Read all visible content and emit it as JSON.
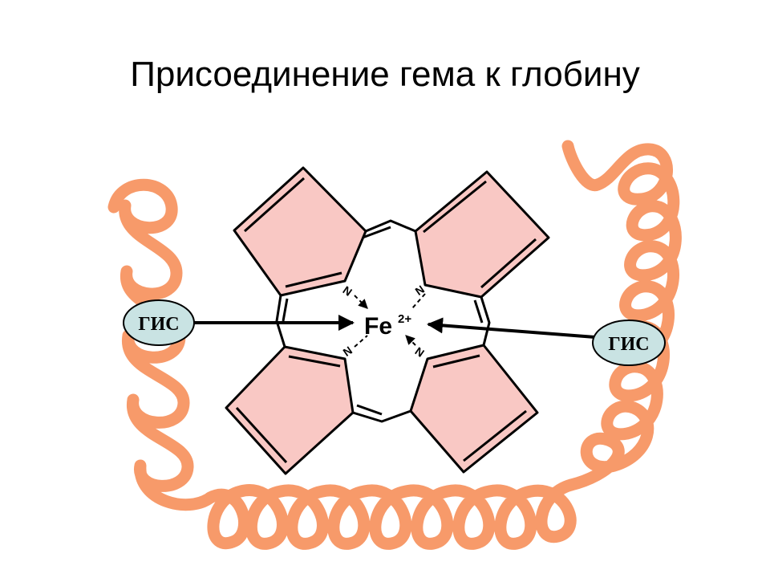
{
  "title": "Присоединение гема к глобину",
  "colors": {
    "helix": "#f79a6a",
    "ring_fill": "#f9c8c4",
    "oval_fill": "#c9e3e3",
    "stroke": "#000000"
  },
  "heme": {
    "metal": "Fe",
    "charge": "2+",
    "nitrogen": "N"
  },
  "histidine_left": "ГИС",
  "histidine_right": "ГИС"
}
